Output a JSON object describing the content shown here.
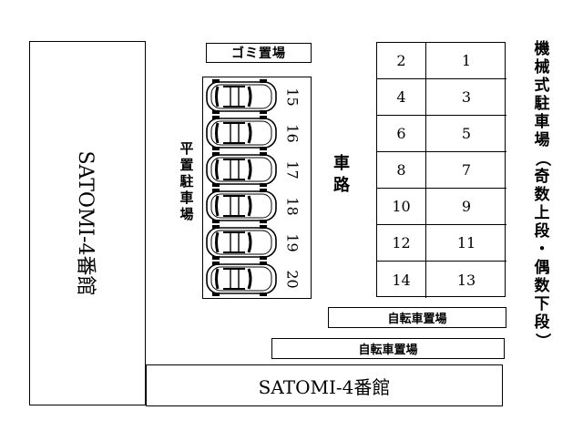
{
  "buildings": {
    "left_label": "SATOMI-4番館",
    "bottom_label": "SATOMI-4番館"
  },
  "labels": {
    "gomi": "ゴミ置場",
    "flat_parking": [
      "平",
      "置",
      "駐",
      "車",
      "場"
    ],
    "road": [
      "車",
      "路"
    ],
    "mechanical_parking": [
      "機",
      "械",
      "式",
      "駐",
      "車",
      "場",
      "（",
      "奇",
      "数",
      "上",
      "段",
      "・",
      "偶",
      "数",
      "下",
      "段",
      "）"
    ],
    "bike1": "自転車置場",
    "bike2": "自転車置場"
  },
  "flat_spots": [
    "15",
    "16",
    "17",
    "18",
    "19",
    "20"
  ],
  "mech_rows": [
    [
      "2",
      "1"
    ],
    [
      "4",
      "3"
    ],
    [
      "6",
      "5"
    ],
    [
      "8",
      "7"
    ],
    [
      "10",
      "9"
    ],
    [
      "12",
      "11"
    ],
    [
      "14",
      "13"
    ]
  ],
  "colors": {
    "line": "#000000",
    "background": "#ffffff"
  }
}
